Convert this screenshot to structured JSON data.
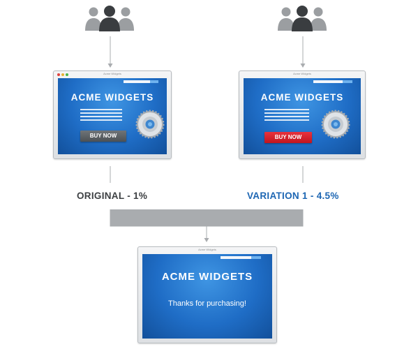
{
  "colors": {
    "connector": "#a9acaf",
    "user_back": "#9b9ea1",
    "user_front": "#3a3d40",
    "original_result": "#3d4043",
    "variation_result": "#1d66b3"
  },
  "icons": {
    "users": "users-group-icon",
    "gear": "gear-icon"
  },
  "original": {
    "window_title": "Acme Widgets",
    "site_title": "ACME WIDGETS",
    "button_label": "BUY NOW",
    "button_color": "#54595d",
    "result_label": "ORIGINAL - 1%"
  },
  "variation": {
    "window_title": "Acme Widgets",
    "site_title": "ACME WIDGETS",
    "button_label": "BUY NOW",
    "button_color": "#d21c26",
    "result_label": "VARIATION 1 - 4.5%"
  },
  "purchase": {
    "window_title": "Acme Widgets",
    "site_title": "ACME WIDGETS",
    "message": "Thanks for purchasing!"
  }
}
